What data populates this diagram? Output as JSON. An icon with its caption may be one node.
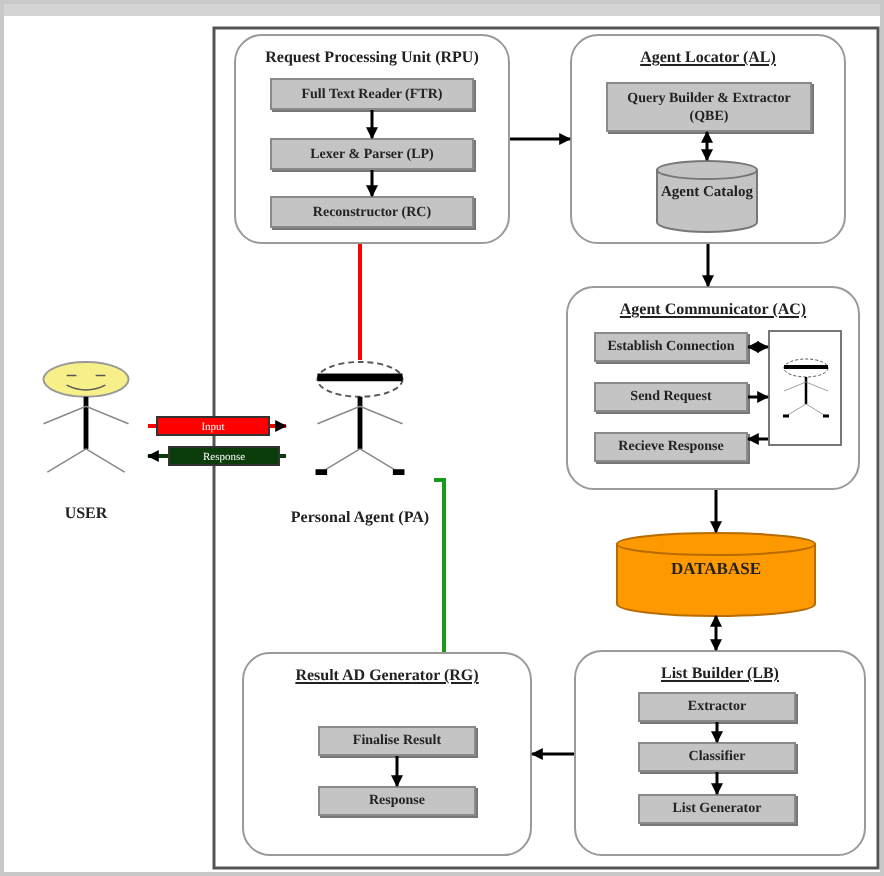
{
  "diagram": {
    "nodes": [
      {
        "text": [
          "Request Processing Unit (RPU)"
        ]
      },
      {
        "text": [
          "Full Text Reader (FTR)"
        ],
        "in": 0
      },
      {
        "text": [
          "Lexer & Parser  (LP)"
        ],
        "in": 0
      },
      {
        "text": [
          "Reconstructor (RC)"
        ],
        "in": 0
      },
      {
        "text": [
          "Agent Locator (AL)"
        ]
      },
      {
        "text": [
          "Query Builder & Extractor (QBE)"
        ],
        "in": 4
      },
      {
        "text": [
          "Agent Catalog"
        ],
        "in": 4
      },
      {
        "text": [
          "Agent Communicator (AC)"
        ]
      },
      {
        "text": [
          "Establish Connection"
        ],
        "in": 7
      },
      {
        "text": [
          "Send Request"
        ],
        "in": 7
      },
      {
        "text": [
          "Recieve Response"
        ],
        "in": 7
      },
      {
        "text": [],
        "shape": "person",
        "in": 7
      },
      {
        "text": [
          "USER"
        ]
      },
      {
        "text": [
          "Personal Agent (PA)"
        ]
      },
      {
        "text": [
          "DATABASE"
        ]
      },
      {
        "text": [
          "Result AD Generator (RG)"
        ]
      },
      {
        "text": [
          "Finalise Result"
        ],
        "in": 15
      },
      {
        "text": [
          "Response"
        ],
        "in": 15
      },
      {
        "text": [
          "List Builder (LB)"
        ]
      },
      {
        "text": [
          "Extractor"
        ],
        "in": 18
      },
      {
        "text": [
          "Classifier"
        ],
        "in": 18
      },
      {
        "text": [
          "List Generator"
        ],
        "in": 18
      }
    ],
    "edges": [
      {
        "from": 1,
        "to": 2,
        "arrow": "to"
      },
      {
        "from": 2,
        "to": 3,
        "arrow": "to"
      },
      {
        "from": 0,
        "to": 4,
        "arrow": "to"
      },
      {
        "from": 5,
        "to": 6,
        "arrow": "both"
      },
      {
        "from": 4,
        "to": 7,
        "arrow": "to"
      },
      {
        "from": 11,
        "to": 8,
        "arrow": "both"
      },
      {
        "from": 9,
        "to": 11,
        "arrow": "to"
      },
      {
        "from": 11,
        "to": 10,
        "arrow": "to"
      },
      {
        "from": 12,
        "to": 13,
        "arrow": "to",
        "label": "Input",
        "color": "#ff0000"
      },
      {
        "from": 13,
        "to": 12,
        "arrow": "to",
        "label": "Response",
        "color": "#0b3d0b"
      },
      {
        "from": 0,
        "to": 13,
        "arrow": "none",
        "color": "#ff0000"
      },
      {
        "from": 13,
        "to": 15,
        "arrow": "none",
        "color": "#1a9a1a"
      },
      {
        "from": 7,
        "to": 14,
        "arrow": "to"
      },
      {
        "from": 14,
        "to": 18,
        "arrow": "both"
      },
      {
        "from": 18,
        "to": 15,
        "arrow": "to"
      },
      {
        "from": 16,
        "to": 17,
        "arrow": "to"
      },
      {
        "from": 19,
        "to": 20,
        "arrow": "to"
      },
      {
        "from": 20,
        "to": 21,
        "arrow": "to"
      }
    ]
  }
}
